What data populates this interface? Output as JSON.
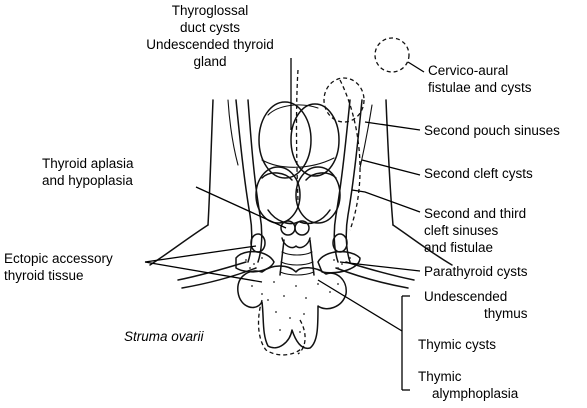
{
  "labels": {
    "thyroglossal": "Thyroglossal",
    "duct_cysts": "duct cysts",
    "undescended_thyroid": "Undescended thyroid",
    "gland": "gland",
    "cervico_aural": "Cervico-aural",
    "fistulae_cysts": "fistulae and cysts",
    "second_pouch": "Second pouch sinuses",
    "second_cleft": "Second cleft cysts",
    "second_third": "Second and third",
    "cleft_sinuses": "cleft sinuses",
    "and_fistulae": "and fistulae",
    "thyroid_aplasia": "Thyroid aplasia",
    "and_hypoplasia": "and hypoplasia",
    "ectopic_accessory": "Ectopic accessory",
    "thyroid_tissue": "thyroid tissue",
    "parathyroid_cysts": "Parathyroid cysts",
    "undescended": "Undescended",
    "thymus": "thymus",
    "struma_ovarii": "Struma ovarii",
    "thymic_cysts": "Thymic cysts",
    "thymic": "Thymic",
    "alymphoplasia": "alymphoplasia"
  }
}
